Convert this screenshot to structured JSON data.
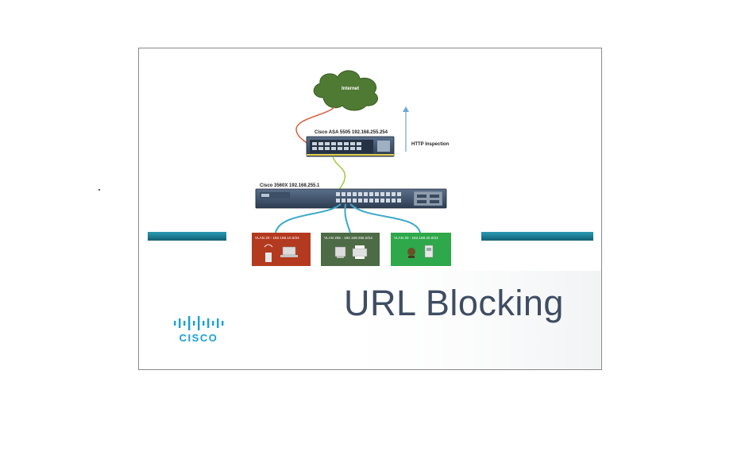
{
  "slide": {
    "title": "URL Blocking"
  },
  "diagram": {
    "cloud_label": "Internet",
    "asa_label": "Cisco ASA 5505 192.168.255.254",
    "inspection_label": "HTTP Inspection",
    "switch_label": "Cisco 3560X 192.168.255.1",
    "vlans": [
      {
        "label": "VLAN 20 - 192.168.10.0/24",
        "color": "#b33a1f"
      },
      {
        "label": "VLAN 255 - 192.168.255.0/24",
        "color": "#4d6b45"
      },
      {
        "label": "VLAN 30 - 192.168.20.0/24",
        "color": "#2ea84a"
      }
    ],
    "colors": {
      "cloud": "#4e7a33",
      "wan_link": "#d9603b",
      "uplink": "#9ccc3a",
      "access_link": "#3ba9c9",
      "band": "#1d7f96"
    }
  },
  "logo": {
    "wordmark": "CISCO",
    "color": "#1ba0d7"
  }
}
